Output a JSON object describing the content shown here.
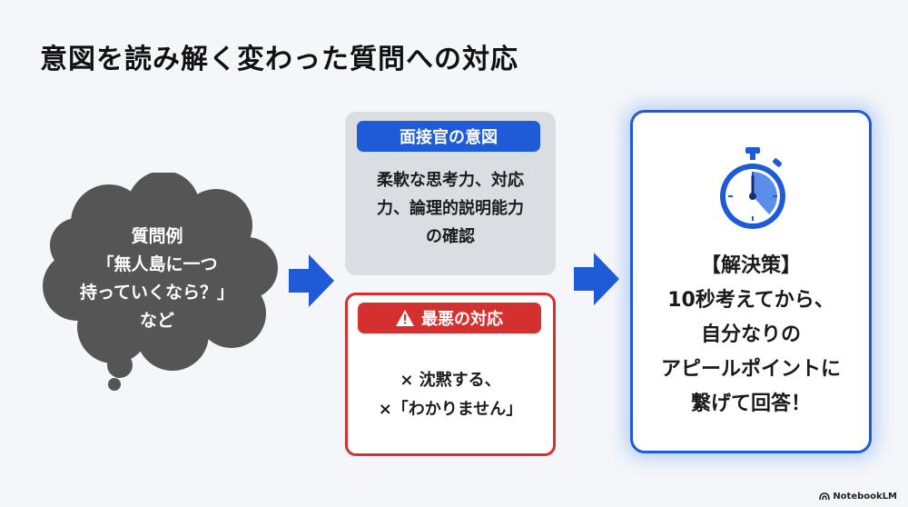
{
  "title": "意図を読み解く変わった質問への対応",
  "example": {
    "lines": [
      "質問例",
      "「無人島に一つ",
      "持っていくなら？」",
      "など"
    ]
  },
  "intent": {
    "heading": "面接官の意図",
    "lines": [
      "柔軟な思考力、対応",
      "力、論理的説明能力",
      "の確認"
    ]
  },
  "worst": {
    "heading": "最悪の対応",
    "icon": "warning-icon",
    "lines": [
      "× 沈黙する、",
      "×「わかりません」"
    ]
  },
  "solution": {
    "icon": "stopwatch-icon",
    "lines": [
      "【解決策】",
      "10秒考えてから、",
      "自分なりの",
      "アピールポイントに",
      "繋げて回答！"
    ]
  },
  "brand": "NotebookLM",
  "colors": {
    "blue": "#1f5bd6",
    "red": "#d3302f",
    "cloud": "#555555",
    "panel_gray": "#dadde2",
    "background": "#f4f6f9"
  }
}
